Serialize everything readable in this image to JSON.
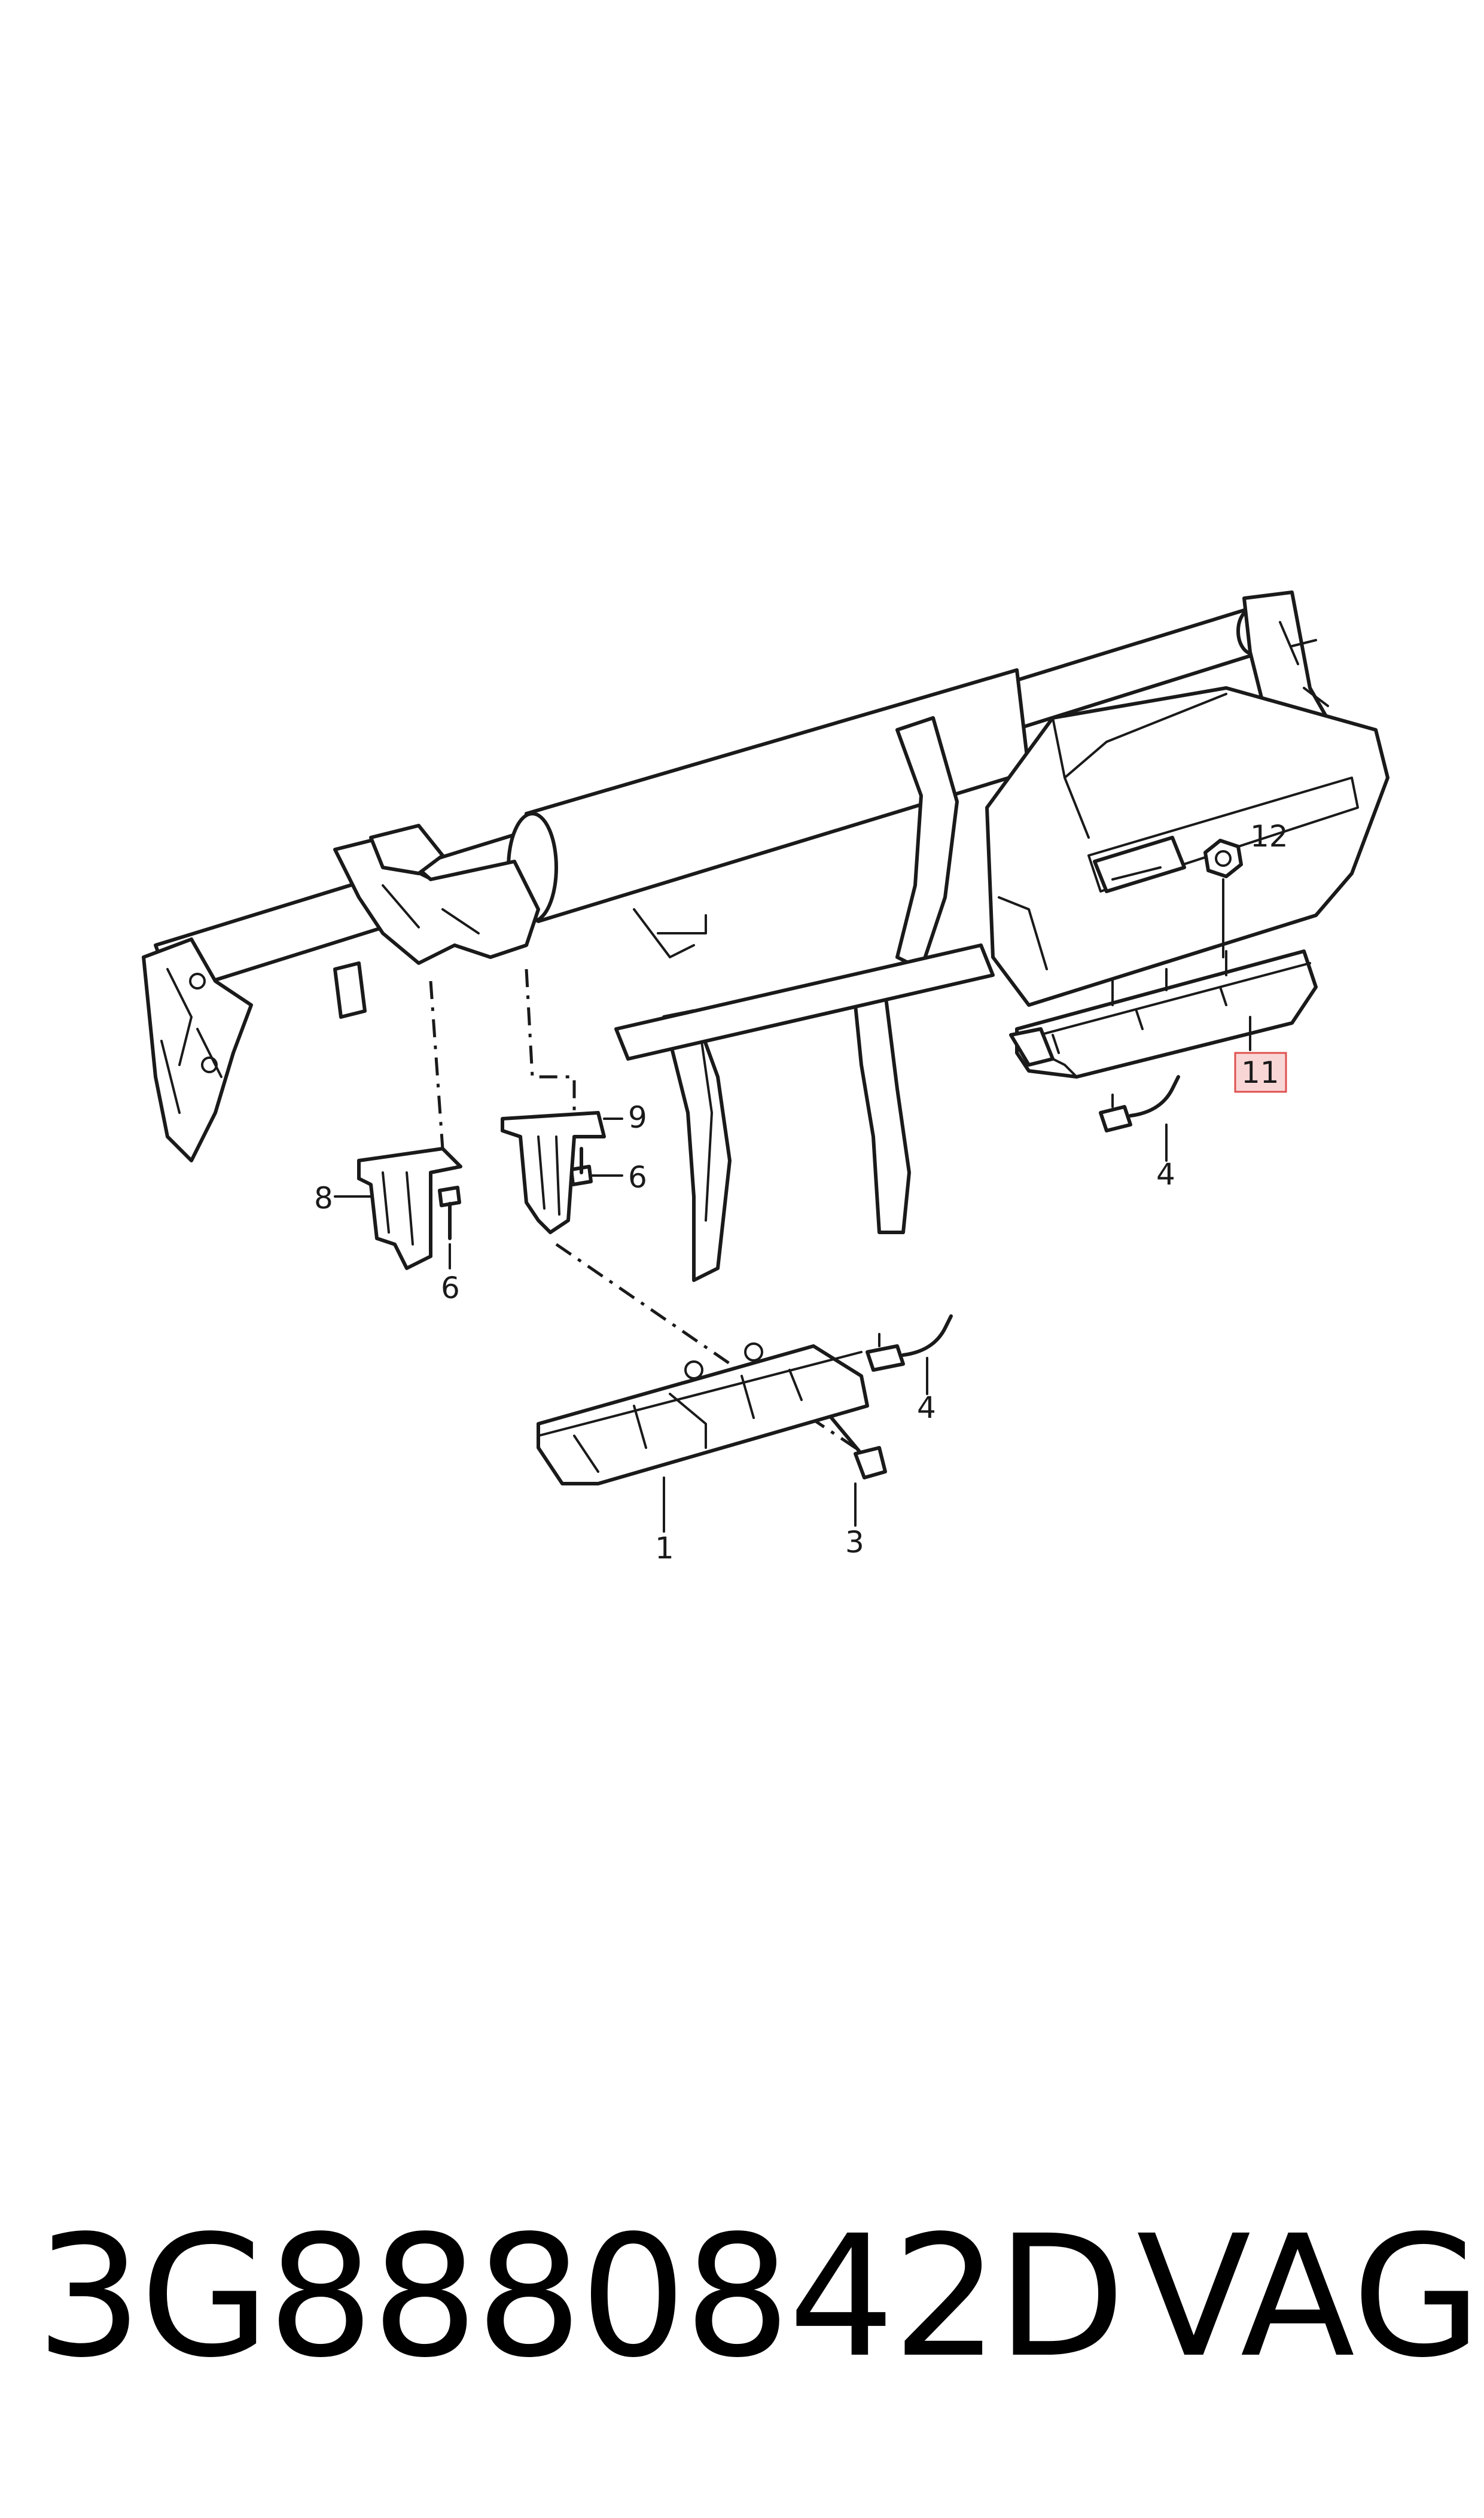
{
  "diagram": {
    "callouts": [
      {
        "id": "c12",
        "label": "12",
        "highlighted": false
      },
      {
        "id": "c11",
        "label": "11",
        "highlighted": true
      },
      {
        "id": "c4a",
        "label": "4",
        "highlighted": false
      },
      {
        "id": "c9",
        "label": "9",
        "highlighted": false
      },
      {
        "id": "c6a",
        "label": "6",
        "highlighted": false
      },
      {
        "id": "c8",
        "label": "8",
        "highlighted": false
      },
      {
        "id": "c6b",
        "label": "6",
        "highlighted": false
      },
      {
        "id": "c4b",
        "label": "4",
        "highlighted": false
      },
      {
        "id": "c1",
        "label": "1",
        "highlighted": false
      },
      {
        "id": "c3",
        "label": "3",
        "highlighted": false
      }
    ],
    "highlight_color": "#f9d6d6",
    "highlight_border": "#e05050",
    "line_color": "#1a1a1a"
  },
  "footer": {
    "part_number": "3G8880842D",
    "brand": "VAG"
  }
}
